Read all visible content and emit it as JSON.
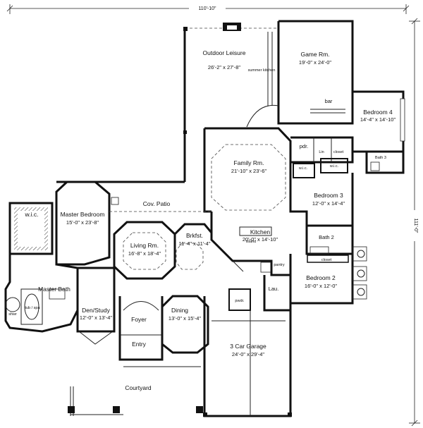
{
  "plan": {
    "overall_width": "110'-10\"",
    "overall_depth": "111'-0\"",
    "rooms": [
      {
        "key": "outdoor",
        "name": "Outdoor Leisure",
        "dims": "26'-2\" x 27'-8\""
      },
      {
        "key": "game",
        "name": "Game Rm.",
        "dims": "19'-0\" x 24'-0\""
      },
      {
        "key": "bed4",
        "name": "Bedroom 4",
        "dims": "14'-4\" x 14'-10\""
      },
      {
        "key": "family",
        "name": "Family Rm.",
        "dims": "21'-10\" x 23'-6\""
      },
      {
        "key": "patio",
        "name": "Cov. Patio",
        "dims": ""
      },
      {
        "key": "master",
        "name": "Master Bedroom",
        "dims": "15'-0\" x 23'-8\""
      },
      {
        "key": "living",
        "name": "Living Rm.",
        "dims": "16'-8\" x 18'-4\""
      },
      {
        "key": "brkfst",
        "name": "Brkfst.",
        "dims": "11'-4\" x 11'-4\""
      },
      {
        "key": "kitchen",
        "name": "Kitchen",
        "dims": "20'-0\" x 14'-10\""
      },
      {
        "key": "bed3",
        "name": "Bedroom 3",
        "dims": "12'-0\" x 14'-4\""
      },
      {
        "key": "bed2",
        "name": "Bedroom 2",
        "dims": "16'-0\" x 12'-0\""
      },
      {
        "key": "mbath",
        "name": "Master Bath",
        "dims": ""
      },
      {
        "key": "den",
        "name": "Den/Study",
        "dims": "12'-0\" x 13'-4\""
      },
      {
        "key": "dining",
        "name": "Dining",
        "dims": "13'-0\" x 15'-4\""
      },
      {
        "key": "garage",
        "name": "3 Car Garage",
        "dims": "24'-0\" x 29'-4\""
      }
    ],
    "labels": {
      "bar": "bar",
      "pdr1": "pdr.",
      "closet1": "closet",
      "lin": "Lin",
      "wic1": "w.i.c.",
      "wic2": "w.i.c.",
      "wic3": "w.i.c.",
      "bath3": "Bath 3",
      "bath2": "Bath 2",
      "closet2": "closet",
      "foyer": "Foyer",
      "entry": "Entry",
      "pwdr": "pwdr.",
      "lau": "Lau.",
      "pantry": "pantry",
      "island": "island",
      "summer_kitchen": "summer kitchen",
      "tub": "tub / spa",
      "shwr": "shwr",
      "courtyard": "Courtyard"
    }
  }
}
